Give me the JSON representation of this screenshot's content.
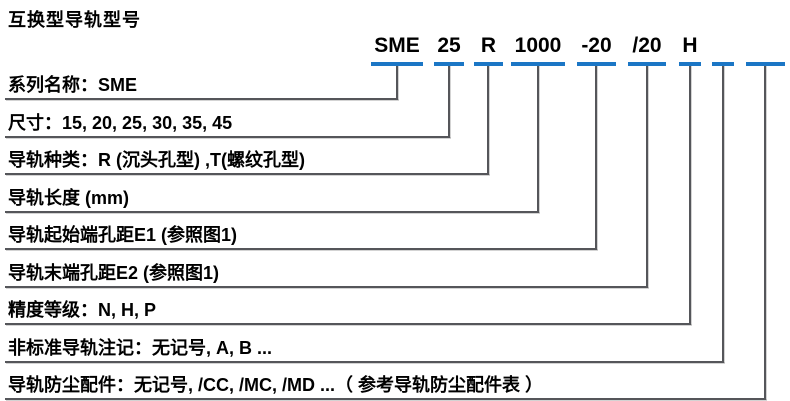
{
  "title": "互换型导轨型号",
  "colors": {
    "accent_blue": "#1b76c5",
    "line_gray": "#55565a",
    "text_black": "#000000"
  },
  "model_code": {
    "segments": [
      {
        "label": "SME"
      },
      {
        "label": "25"
      },
      {
        "label": "R"
      },
      {
        "label": "1000"
      },
      {
        "label": "-20"
      },
      {
        "label": "/20"
      },
      {
        "label": "H"
      },
      {
        "label": ""
      },
      {
        "label": ""
      }
    ]
  },
  "rows": [
    {
      "label": "系列名称：SME"
    },
    {
      "label": "尺寸：15, 20, 25, 30, 35, 45"
    },
    {
      "label": "导轨种类：R (沉头孔型) ,T(螺纹孔型)"
    },
    {
      "label": "导轨长度 (mm)"
    },
    {
      "label": "导轨起始端孔距E1 (参照图1)"
    },
    {
      "label": "导轨末端孔距E2 (参照图1)"
    },
    {
      "label": "精度等级：N, H, P"
    },
    {
      "label": "非标准导轨注记：无记号, A, B ..."
    },
    {
      "label": "导轨防尘配件：无记号, /CC, /MC, /MD ...（ 参考导轨防尘配件表 ）"
    }
  ]
}
